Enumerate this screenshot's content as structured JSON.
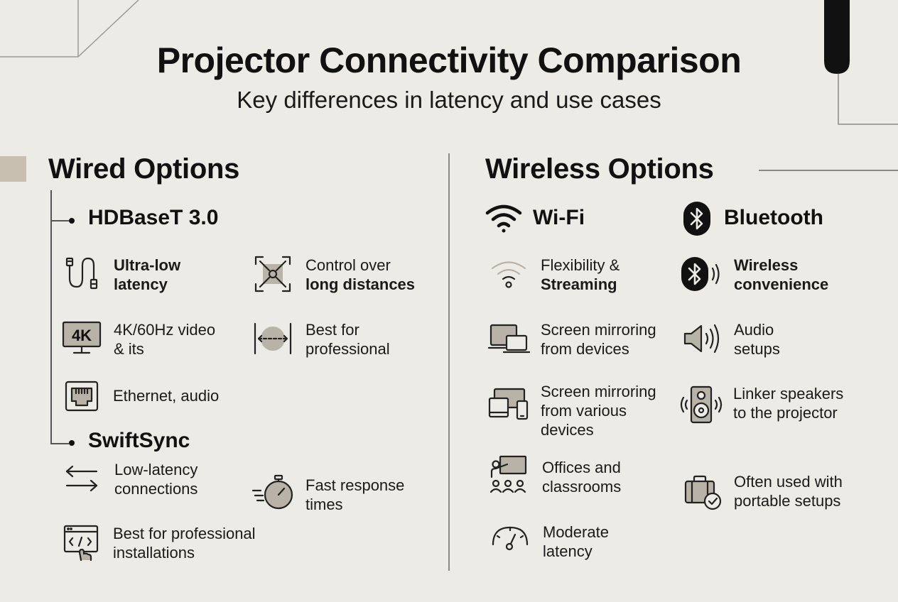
{
  "header": {
    "title": "Projector Connectivity Comparison",
    "subtitle": "Key differences in latency and use cases"
  },
  "colors": {
    "background": "#ecebe6",
    "accent_taupe": "#c8bfb1",
    "icon_fill": "#b9b2a6",
    "text": "#111111",
    "line": "#8a8a86"
  },
  "wired": {
    "title": "Wired Options",
    "hdbaset": {
      "title": "HDBaseT 3.0",
      "items": [
        {
          "icon": "hdmi-cable-icon",
          "line1": "Ultra-low",
          "line2": "latency"
        },
        {
          "icon": "long-distance-icon",
          "line1": "Control over",
          "line2": "long distances"
        },
        {
          "icon": "4k-monitor-icon",
          "line1": "4K/60Hz video",
          "line2": "& its"
        },
        {
          "icon": "distance-span-icon",
          "line1": "Best for",
          "line2": "professional"
        },
        {
          "icon": "ethernet-port-icon",
          "line1": "Ethernet, audio"
        }
      ]
    },
    "swiftsync": {
      "title": "SwiftSync",
      "items": [
        {
          "icon": "bidirectional-arrows-icon",
          "line1": "Low-latency",
          "line2": "connections"
        },
        {
          "icon": "stopwatch-icon",
          "line1": "Fast response",
          "line2": "times"
        },
        {
          "icon": "code-window-touch-icon",
          "line1": "Best for professional",
          "line2": "installations"
        }
      ]
    }
  },
  "wireless": {
    "title": "Wireless Options",
    "wifi": {
      "title": "Wi-Fi",
      "items": [
        {
          "icon": "wifi-signal-icon",
          "line1": "Flexibility &",
          "line2": "Streaming"
        },
        {
          "icon": "laptop-monitor-icon",
          "line1": "Screen mirroring",
          "line2": "from devices"
        },
        {
          "icon": "multi-device-icon",
          "line1": "Screen mirroring",
          "line2": "from various",
          "line3": "devices"
        },
        {
          "icon": "classroom-presentation-icon",
          "line1": "Offices and",
          "line2": "classrooms"
        },
        {
          "icon": "speedometer-icon",
          "line1": "Moderate",
          "line2": "latency"
        }
      ]
    },
    "bluetooth": {
      "title": "Bluetooth",
      "items": [
        {
          "icon": "bluetooth-signal-icon",
          "line1": "Wireless",
          "line2": "convenience"
        },
        {
          "icon": "speaker-volume-icon",
          "line1": "Audio",
          "line2": "setups"
        },
        {
          "icon": "loudspeaker-icon",
          "line1": "Linker speakers",
          "line2": "to the projector"
        },
        {
          "icon": "briefcase-check-icon",
          "line1": "Often used with",
          "line2": "portable setups"
        }
      ]
    }
  }
}
